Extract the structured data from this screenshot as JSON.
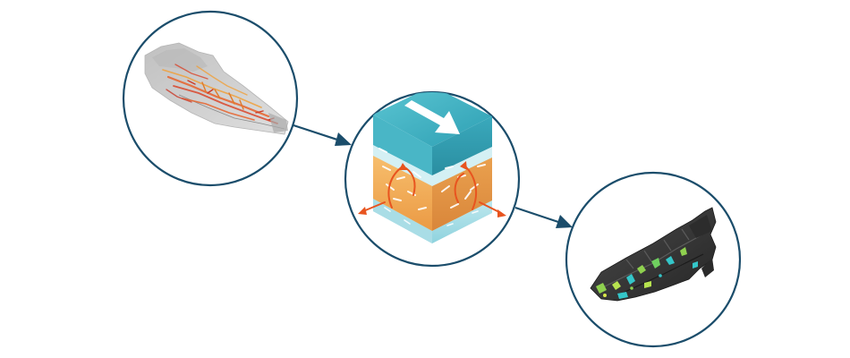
{
  "colors": {
    "background": "#ffffff",
    "circle_stroke": "#1b4d6b",
    "arrow": "#1b4d6b",
    "mesh_gray": "#9a9a9a",
    "fiber_orange": "#e8622a",
    "layer_teal": "#3fb3c4",
    "layer_orange": "#f2a552",
    "rotation_arrow": "#e8541f",
    "part_dark": "#3a3a3a",
    "hotspot_green": "#8fd14f",
    "hotspot_cyan": "#34c6c9"
  },
  "diagram": {
    "nodes": [
      {
        "id": "mold-filling-simulation",
        "icon": "gray-mesh-part-with-orange-fiber-flow"
      },
      {
        "id": "fiber-orientation-layers",
        "icon": "layered-cube-with-flow-arrow-and-rotation-arrows"
      },
      {
        "id": "structural-result",
        "icon": "dark-part-with-green-cyan-hotspots"
      }
    ],
    "edges": [
      {
        "from": "mold-filling-simulation",
        "to": "fiber-orientation-layers",
        "icon": "arrow-right-down-icon"
      },
      {
        "from": "fiber-orientation-layers",
        "to": "structural-result",
        "icon": "arrow-right-down-icon"
      }
    ]
  }
}
